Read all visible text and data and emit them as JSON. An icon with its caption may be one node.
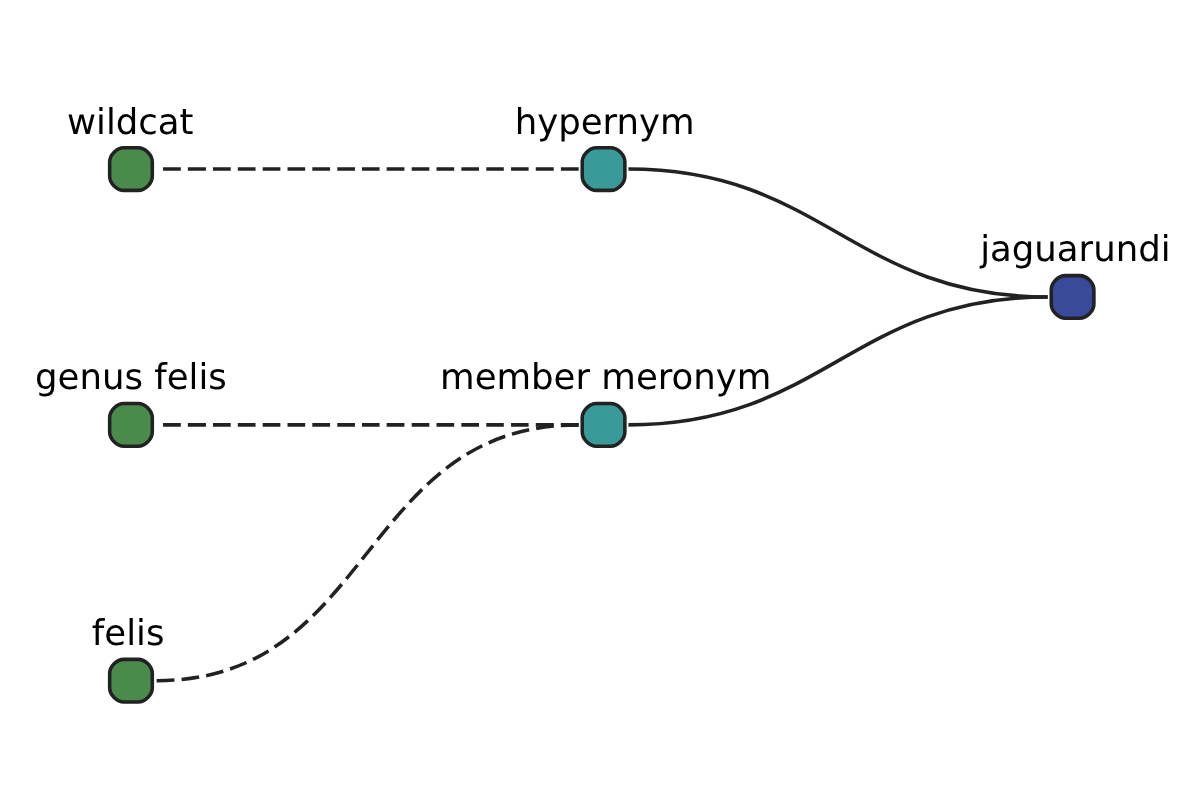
{
  "diagram": {
    "nodes": [
      {
        "text": [
          "jaguarundi"
        ]
      },
      {
        "text": [
          "hypernym"
        ]
      },
      {
        "text": [
          "wildcat"
        ]
      },
      {
        "text": [
          "member meronym"
        ]
      },
      {
        "text": [
          "genus felis"
        ]
      },
      {
        "text": [
          "felis"
        ]
      }
    ],
    "edges": [
      {
        "from": 0,
        "to": 1,
        "arrow": "none"
      },
      {
        "from": 1,
        "to": 2,
        "arrow": "none",
        "style": "dashed"
      },
      {
        "from": 0,
        "to": 3,
        "arrow": "none"
      },
      {
        "from": 3,
        "to": 4,
        "arrow": "none",
        "style": "dashed"
      },
      {
        "from": 3,
        "to": 5,
        "arrow": "none",
        "style": "dashed"
      }
    ]
  }
}
